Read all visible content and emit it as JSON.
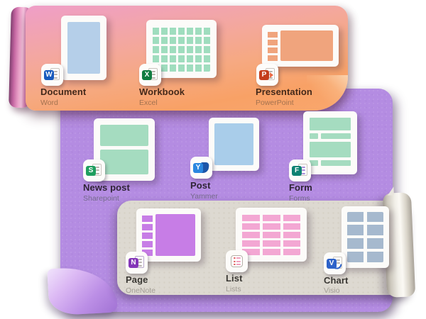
{
  "illustration": {
    "theme": "Microsoft 365 content types on layered paper bands"
  },
  "groups": [
    {
      "name": "documents-band",
      "items": [
        {
          "title": "Document",
          "app": "Word",
          "letter": "W"
        },
        {
          "title": "Workbook",
          "app": "Excel",
          "letter": "X"
        },
        {
          "title": "Presentation",
          "app": "PowerPoint",
          "letter": "P"
        }
      ]
    },
    {
      "name": "posts-band",
      "items": [
        {
          "title": "News post",
          "app": "Sharepoint",
          "letter": "S"
        },
        {
          "title": "Post",
          "app": "Yammer",
          "letter": "Y"
        },
        {
          "title": "Form",
          "app": "Forms",
          "letter": "F"
        }
      ]
    },
    {
      "name": "pages-band",
      "items": [
        {
          "title": "Page",
          "app": "OneNote",
          "letter": "N"
        },
        {
          "title": "List",
          "app": "Lists",
          "letter": ""
        },
        {
          "title": "Chart",
          "app": "Visio",
          "letter": "V"
        }
      ]
    }
  ],
  "colors": {
    "band_top_gradient": [
      "#ef9ec8",
      "#f6a981",
      "#f9a76d"
    ],
    "band_middle": "#b48ce2",
    "band_bottom": "#ddd9d1",
    "thumb_word": "#b5cfe9",
    "thumb_excel": "#9fddbe",
    "thumb_powerpoint": "#f0a47d",
    "thumb_newspost": "#a5dcc0",
    "thumb_post": "#a9cdea",
    "thumb_form": "#a5dcc0",
    "thumb_page": "#c77de6",
    "thumb_list": "#f3a7d3",
    "thumb_chart": "#a6b9ce",
    "word_blue": "#185abd",
    "excel_green": "#107c41",
    "powerpoint_red": "#c43e1c",
    "sharepoint_green": "#1f9e5f",
    "yammer_blue": "#2b87e0",
    "forms_teal": "#0e8273",
    "onenote_purple": "#8436b8",
    "visio_blue": "#2d62c9"
  }
}
